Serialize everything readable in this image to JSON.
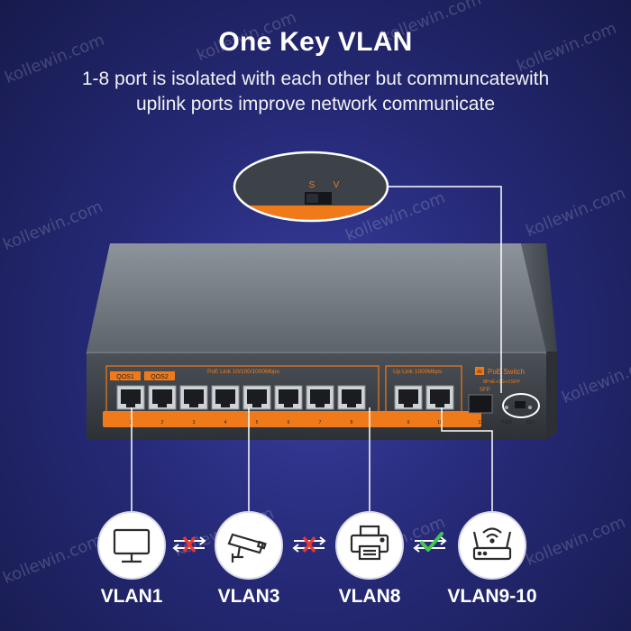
{
  "header": {
    "title": "One Key VLAN",
    "subtitle_line1": "1-8 port is isolated with each other but communcatewith",
    "subtitle_line2": "uplink ports improve network communicate"
  },
  "watermark": "kollewin.com",
  "switch": {
    "dip_labels": [
      "S",
      "V"
    ],
    "qos_labels": [
      "QOS1",
      "QOS2"
    ],
    "poe_group_label": "PoE Link   10/100/1000Mbps",
    "uplink_group_label": "Up Link   1000Mbps",
    "brand_badge": "AI",
    "brand_name": "PoE Switch",
    "model": "8PoE+2G+1SFP",
    "sfp_label": "SFP",
    "port_numbers": [
      "1",
      "2",
      "3",
      "4",
      "5",
      "6",
      "7",
      "8"
    ],
    "uplink_numbers": [
      "9",
      "10"
    ],
    "bottom_labels": [
      "11",
      "PWR",
      "VLN"
    ]
  },
  "vlans": [
    {
      "label": "VLAN1",
      "icon": "monitor-icon"
    },
    {
      "label": "VLAN3",
      "icon": "cctv-camera-icon"
    },
    {
      "label": "VLAN8",
      "icon": "printer-icon"
    },
    {
      "label": "VLAN9-10",
      "icon": "router-icon"
    }
  ],
  "connections": [
    {
      "between": "VLAN1-VLAN3",
      "status": "blocked",
      "color": "#e53935"
    },
    {
      "between": "VLAN3-VLAN8",
      "status": "blocked",
      "color": "#e53935"
    },
    {
      "between": "VLAN8-VLAN9-10",
      "status": "allowed",
      "color": "#43c84f"
    }
  ],
  "colors": {
    "accent_orange": "#f07a1a",
    "background": "#262a78"
  }
}
